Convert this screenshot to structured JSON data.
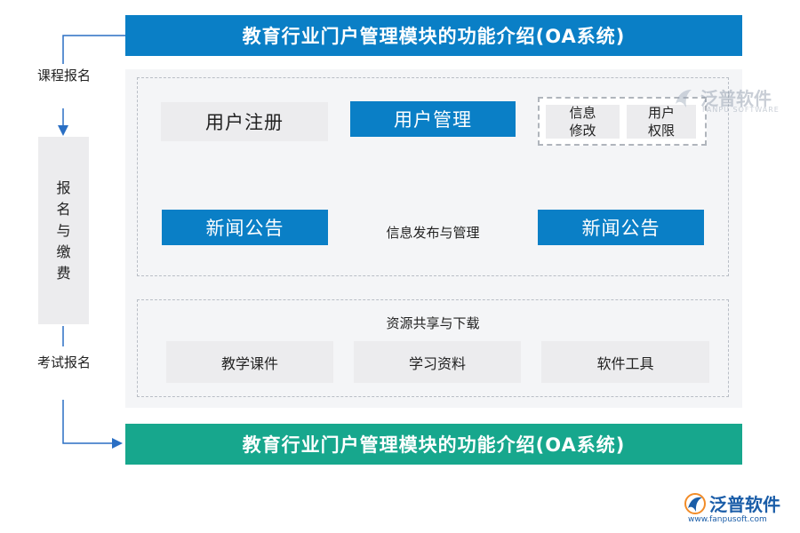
{
  "colors": {
    "blue": "#0a7fc6",
    "teal": "#17a78d",
    "panel": "#f4f5f7",
    "box_gray": "#ececee"
  },
  "banner_top": {
    "title": "教育行业门户管理模块的功能介绍(OA系统)"
  },
  "banner_bottom": {
    "title": "教育行业门户管理模块的功能介绍(OA系统)"
  },
  "left_flow": {
    "course_signup": "课程报名",
    "signup_pay": "报名与缴费",
    "exam_signup": "考试报名"
  },
  "user_section": {
    "register": "用户注册",
    "user_mgmt": "用户管理",
    "info_edit": "信息修改",
    "user_perm": "用户权限"
  },
  "news_section": {
    "news_left": "新闻公告",
    "connector_label": "信息发布与管理",
    "news_right": "新闻公告"
  },
  "resource_section": {
    "title": "资源共享与下载",
    "items": [
      "教学课件",
      "学习资料",
      "软件工具"
    ]
  },
  "logos": {
    "watermark_name": "泛普软件",
    "watermark_sub": "FANPU SOFTWARE",
    "footer_name": "泛普软件",
    "footer_url": "www.fanpusoft.com"
  }
}
